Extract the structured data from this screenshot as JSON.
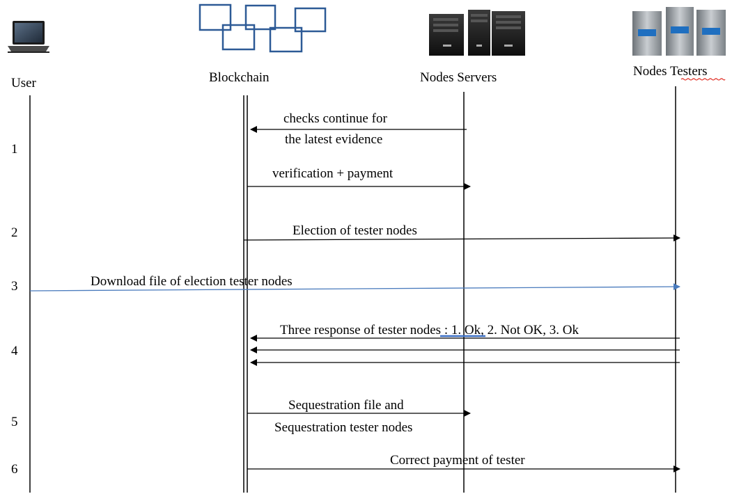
{
  "actors": {
    "user": "User",
    "blockchain": "Blockchain",
    "servers": "Nodes Servers",
    "testers": "Nodes Testers"
  },
  "steps": [
    "1",
    "2",
    "3",
    "4",
    "5",
    "6"
  ],
  "messages": {
    "m1_line1": "checks continue for",
    "m1_line2": "the latest evidence",
    "m2": "verification + payment",
    "m3": "Election of tester nodes",
    "m4": "Download file of election tester nodes",
    "m5": "Three response of tester nodes : 1. Ok, 2. Not OK, 3. Ok",
    "m6_line1": "Sequestration file and",
    "m6_line2": "Sequestration tester nodes",
    "m7": "Correct payment of tester"
  },
  "colors": {
    "line": "#000000",
    "download_arrow": "#4a7bbd",
    "spellcheck_underline": "#e0281e",
    "selection_underline": "#3b6fc4",
    "block_outline": "#2d5a96"
  },
  "icons": {
    "user": "laptop-icon",
    "blockchain": "blockchain-icon",
    "servers": "server-rack-icon",
    "testers": "server-cabinet-icon"
  }
}
